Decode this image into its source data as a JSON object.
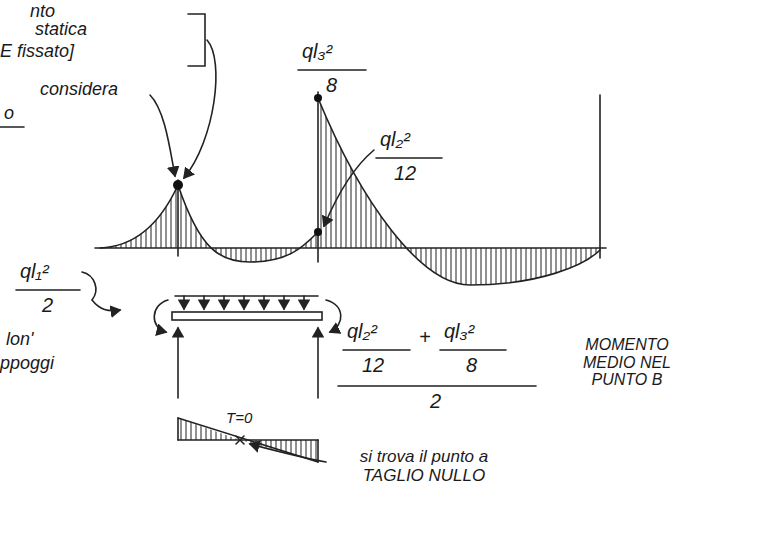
{
  "diagram": {
    "labels": [
      "nto",
      "statica",
      "E fissato]",
      "considera",
      "o",
      "ql₃²",
      "8",
      "ql₂²",
      "12",
      "ql₁²",
      "2",
      "lon'",
      "ppoggi",
      "ql₂²",
      "12",
      "+",
      "ql₃²",
      "8",
      "2",
      "MOMENTO MEDIO NEL PUNTO B",
      "T=0",
      "si trova il punto a TAGLIO NULLO"
    ]
  }
}
